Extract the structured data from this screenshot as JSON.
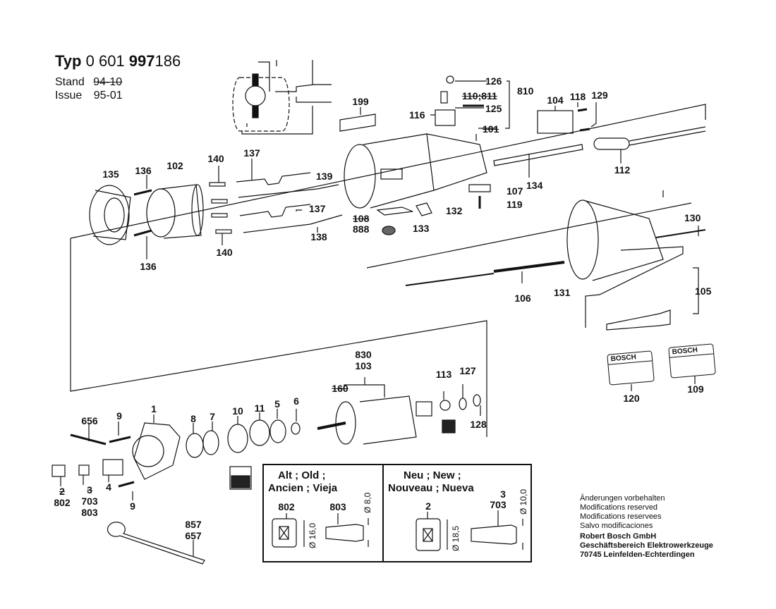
{
  "header": {
    "typ_label": "Typ",
    "typ_prefix": "0 601",
    "typ_bold": "997",
    "typ_suffix": "186",
    "stand_label": "Stand",
    "stand_value": "94-10",
    "issue_label": "Issue",
    "issue_value": "95-01"
  },
  "parts": {
    "p1": "1",
    "p2": "2",
    "p3": "3",
    "p4": "4",
    "p5": "5",
    "p6": "6",
    "p7": "7",
    "p8": "8",
    "p9a": "9",
    "p9b": "9",
    "p10": "10",
    "p11": "11",
    "p101": "101",
    "p102": "102",
    "p103": "103",
    "p104": "104",
    "p105": "105",
    "p106": "106",
    "p107": "107",
    "p108": "108",
    "p888": "888",
    "p109": "109",
    "p110_811": "110;811",
    "p112": "112",
    "p113": "113",
    "p116": "116",
    "p118": "118",
    "p119": "119",
    "p120": "120",
    "p125": "125",
    "p126": "126",
    "p127": "127",
    "p128": "128",
    "p129": "129",
    "p130": "130",
    "p131": "131",
    "p132": "132",
    "p133": "133",
    "p134": "134",
    "p135": "135",
    "p136a": "136",
    "p136b": "136",
    "p137a": "137",
    "p137b": "137",
    "p138": "138",
    "p139": "139",
    "p140a": "140",
    "p140b": "140",
    "p160": "160",
    "p199": "199",
    "p656": "656",
    "p802": "802",
    "p703": "703",
    "p803": "803",
    "p810": "810",
    "p830": "830",
    "p857": "857",
    "p657": "657"
  },
  "nameplates": {
    "brand_a": "BOSCH",
    "brand_b": "BOSCH"
  },
  "collet_table": {
    "old_title_1": "Alt ; Old ;",
    "old_title_2": "Ancien ; Vieja",
    "old_nut": "802",
    "old_collet": "803",
    "old_nut_dim": "Ø 16,0",
    "old_collet_dim": "Ø 8,0",
    "new_title_1": "Neu ; New ;",
    "new_title_2": "Nouveau ; Nueva",
    "new_nut": "2",
    "new_collet_a": "3",
    "new_collet_b": "703",
    "new_nut_dim": "Ø 18,5",
    "new_collet_dim": "Ø 10,0"
  },
  "notes": {
    "line1": "Änderungen vorbehalten",
    "line2": "Modifications reserved",
    "line3": "Modifications reservees",
    "line4": "Salvo modificaciones",
    "company": "Robert Bosch GmbH",
    "division": "Geschäftsbereich Elektrowerkzeuge",
    "address": "70745 Leinfelden-Echterdingen"
  }
}
